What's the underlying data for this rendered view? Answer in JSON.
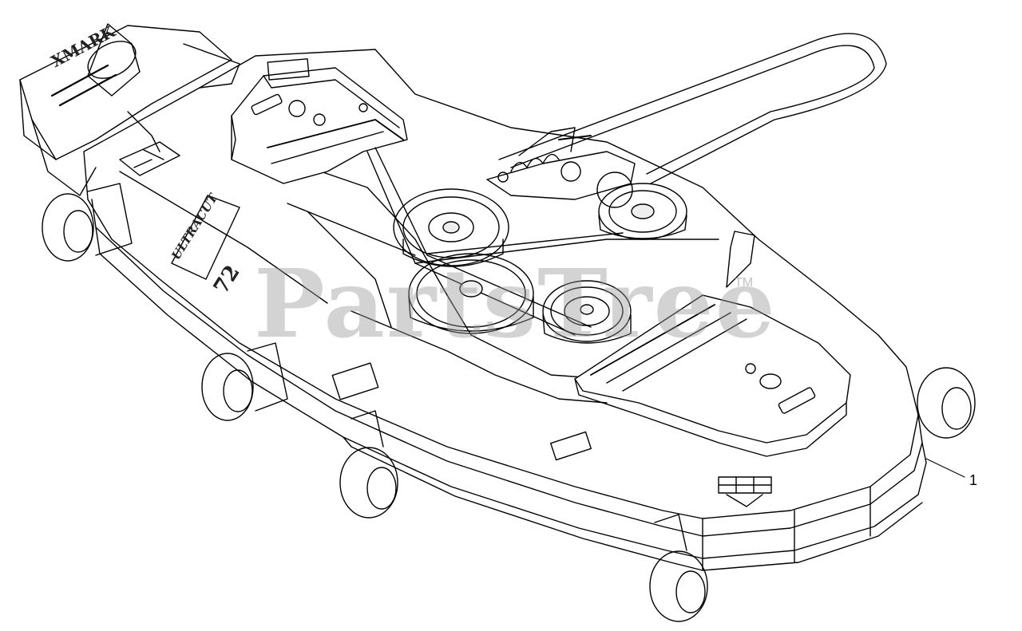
{
  "watermark": {
    "text": "PartsTree",
    "trademark": "TM"
  },
  "callouts": [
    {
      "label": "1"
    }
  ],
  "decals": {
    "brand": "XMARK",
    "model_name": "ULTRACUT",
    "model_number": "72"
  },
  "colors": {
    "line": "#000000",
    "background": "#ffffff",
    "watermark": "#969696"
  }
}
